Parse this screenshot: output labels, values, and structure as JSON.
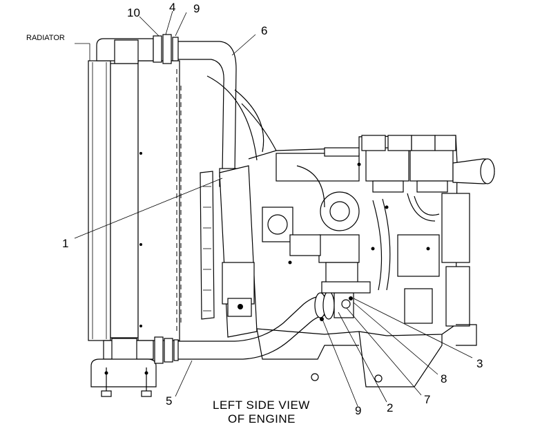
{
  "caption": {
    "line1": "LEFT SIDE VIEW",
    "line2": "OF ENGINE"
  },
  "radiator_label": "RADIATOR",
  "callouts": [
    "1",
    "2",
    "3",
    "4",
    "5",
    "6",
    "7",
    "8",
    "9",
    "9",
    "10"
  ]
}
